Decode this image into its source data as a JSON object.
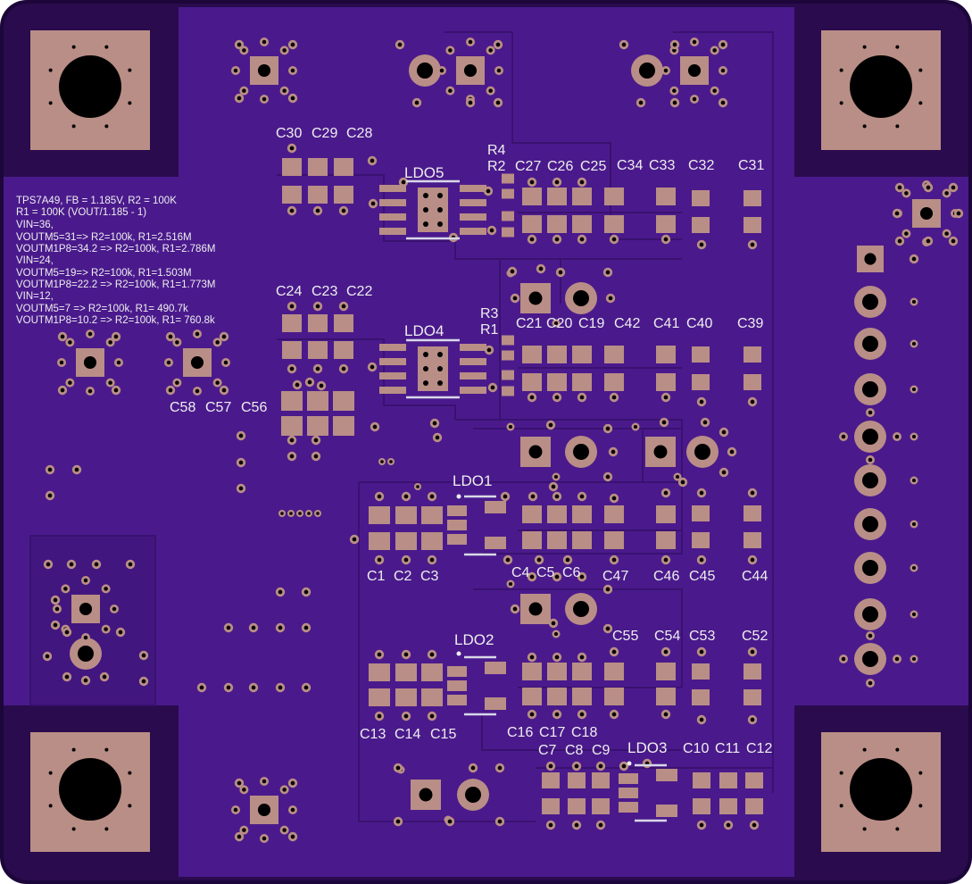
{
  "board": {
    "colors": {
      "substrate": "#2a0b4d",
      "outline": "#1c063a",
      "copper_fill": "#4a1a8c",
      "copper_zone": "#42167f",
      "trace": "#3a1170",
      "pad": "#b98e86",
      "hole": "#000000",
      "silkscreen": "#eeeeee"
    },
    "notes": [
      "TPS7A49, FB = 1.185V, R2 = 100K",
      "R1 = 100K (VOUT/1.185 - 1)",
      "VIN=36,",
      "VOUTM5=31=> R2=100k, R1=2.516M",
      "VOUTM1P8=34.2 => R2=100k, R1=2.786M",
      "VIN=24,",
      "VOUTM5=19=> R2=100k, R1=1.503M",
      "VOUTM1P8=22.2 => R2=100k, R1=1.773M",
      "VIN=12,",
      "VOUTM5=7 => R2=100k, R1= 490.7k",
      "VOUTM1P8=10.2 => R2=100k, R1= 760.8k"
    ],
    "labels": {
      "c30": "C30",
      "c29": "C29",
      "c28": "C28",
      "ldo5": "LDO5",
      "r4": "R4",
      "r2": "R2",
      "c27": "C27",
      "c26": "C26",
      "c25": "C25",
      "c34": "C34",
      "c33": "C33",
      "c32": "C32",
      "c31": "C31",
      "c24": "C24",
      "c23": "C23",
      "c22": "C22",
      "ldo4": "LDO4",
      "r3": "R3",
      "r1": "R1",
      "c21": "C21",
      "c20": "C20",
      "c19": "C19",
      "c42": "C42",
      "c41": "C41",
      "c40": "C40",
      "c39": "C39",
      "c58": "C58",
      "c57": "C57",
      "c56": "C56",
      "ldo1": "LDO1",
      "c1": "C1",
      "c2": "C2",
      "c3": "C3",
      "c4": "C4",
      "c5": "C5",
      "c6": "C6",
      "c47": "C47",
      "c46": "C46",
      "c45": "C45",
      "c44": "C44",
      "ldo2": "LDO2",
      "c55": "C55",
      "c54": "C54",
      "c53": "C53",
      "c52": "C52",
      "c13": "C13",
      "c14": "C14",
      "c15": "C15",
      "c16": "C16",
      "c17": "C17",
      "c18": "C18",
      "c7": "C7",
      "c8": "C8",
      "c9": "C9",
      "ldo3": "LDO3",
      "c10": "C10",
      "c11": "C11",
      "c12": "C12"
    }
  }
}
